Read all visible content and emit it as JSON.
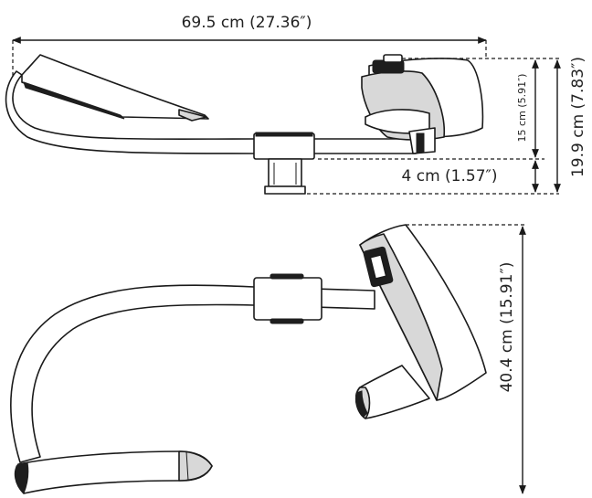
{
  "dimensions": {
    "length": "69.5 cm (27.36″)",
    "head_height": "15 cm (5.91″)",
    "total_height": "19.9 cm (7.83″)",
    "base_height": "4 cm (1.57″)",
    "depth": "40.4 cm (15.91″)"
  },
  "colors": {
    "line": "#1a1a1a",
    "fill_light": "#d8d8d8",
    "fill_dark": "#1e1e1e"
  }
}
